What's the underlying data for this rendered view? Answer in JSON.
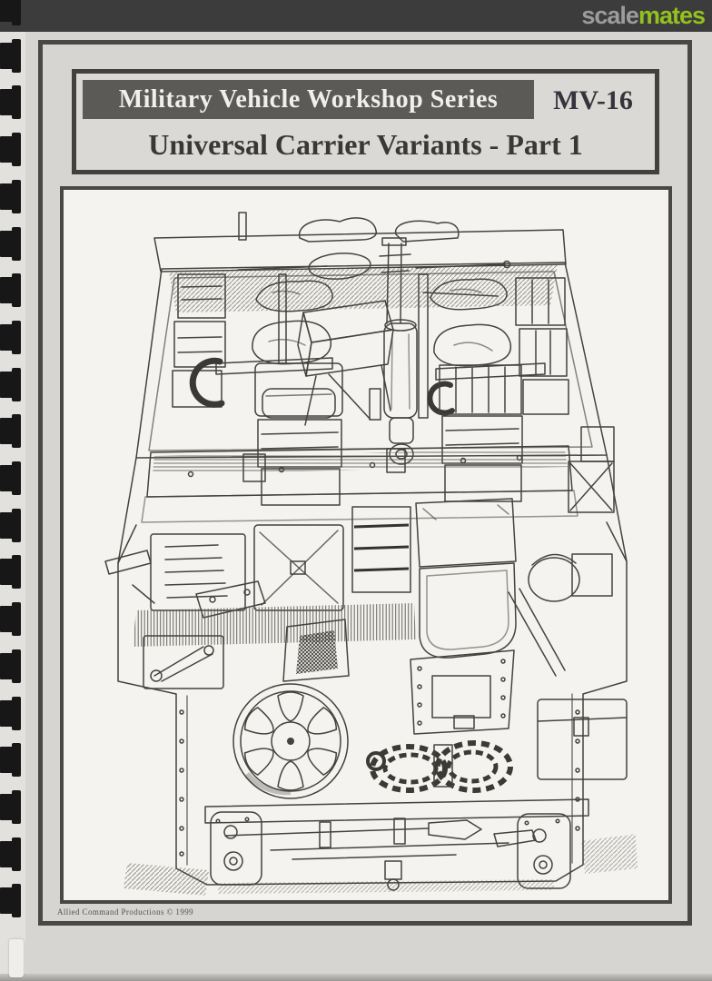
{
  "site_banner": {
    "logo": {
      "part1": "scale",
      "part2": "mates"
    },
    "bg": "#3c3c3c",
    "part1_color": "#9c9c9c",
    "part2_color": "#93c11e"
  },
  "cover": {
    "series_title": "Military Vehicle Workshop Series",
    "issue_code": "MV-16",
    "title": "Universal Carrier Variants - Part 1",
    "imprint": "Allied Command Productions © 1999",
    "illustration": {
      "alt": "Black-and-white technical line drawing of a Universal Carrier seen from the front and above: open crew compartment with stowed packs, seats and central gun mount, mid hull bulkhead, front armour with louvred panel, strapped canvas cover, radiator grille and visor, spare spoked road wheel, coiled tow chains, tool box, shovel and pick on the bow plate, and towing shackle plates at the bottom corners"
    },
    "colors": {
      "page_bg": "#d7d5d2",
      "frame_border": "#4a4846",
      "series_bar_bg": "#5c5a57",
      "series_text": "#f1efec",
      "issue_text": "#35343c",
      "title_text": "#393834",
      "paper": "#f4f3ef",
      "ink": "#45433e"
    }
  },
  "binding": {
    "type": "black comb binding",
    "color": "#171717",
    "teeth_visible": 20
  }
}
